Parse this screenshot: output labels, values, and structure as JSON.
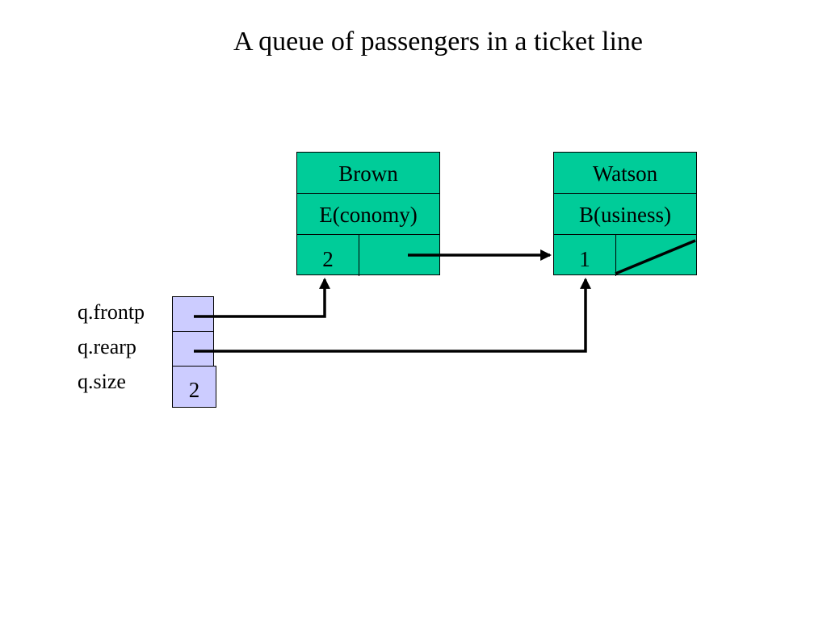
{
  "title": "A queue of passengers in a ticket line",
  "colors": {
    "node_fill": "#00cc99",
    "var_fill": "#ccccff",
    "line": "#000000"
  },
  "nodes": [
    {
      "name": "Brown",
      "cls": "E(conomy)",
      "count": "2",
      "next": "Watson"
    },
    {
      "name": "Watson",
      "cls": "B(usiness)",
      "count": "1",
      "next": null
    }
  ],
  "vars": {
    "front_label": "q.frontp",
    "rear_label": "q.rearp",
    "size_label": "q.size",
    "size_value": "2"
  }
}
